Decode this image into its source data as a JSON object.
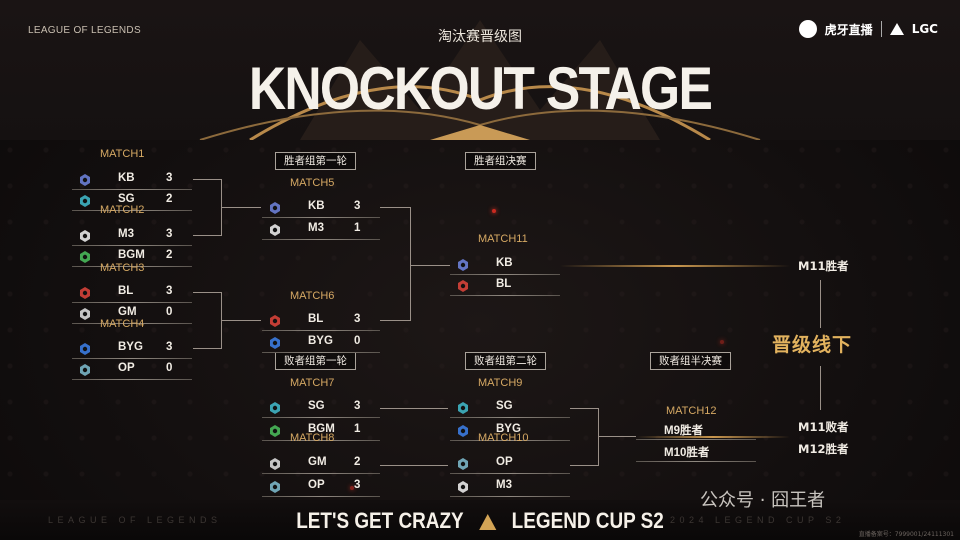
{
  "header": {
    "league": "LEAGUE OF LEGENDS",
    "subtitle": "淘汰赛晋级图",
    "title": "KNOCKOUT STAGE",
    "brand_huya": "虎牙直播",
    "brand_lgc": "LGC"
  },
  "stages": {
    "wb_r1": "胜者组第一轮",
    "wb_final": "胜者组决赛",
    "lb_r1": "败者组第一轮",
    "lb_r2": "败者组第二轮",
    "lb_semi": "败者组半决赛"
  },
  "matches": {
    "m1": {
      "label": "MATCH1",
      "t1": {
        "name": "KB",
        "score": "3",
        "icon": "kb-logo-icon"
      },
      "t2": {
        "name": "SG",
        "score": "2",
        "icon": "sg-logo-icon"
      }
    },
    "m2": {
      "label": "MATCH2",
      "t1": {
        "name": "M3",
        "score": "3",
        "icon": "m3-logo-icon"
      },
      "t2": {
        "name": "BGM",
        "score": "2",
        "icon": "bgm-logo-icon"
      }
    },
    "m3": {
      "label": "MATCH3",
      "t1": {
        "name": "BL",
        "score": "3",
        "icon": "bl-logo-icon"
      },
      "t2": {
        "name": "GM",
        "score": "0",
        "icon": "gm-logo-icon"
      }
    },
    "m4": {
      "label": "MATCH4",
      "t1": {
        "name": "BYG",
        "score": "3",
        "icon": "byg-logo-icon"
      },
      "t2": {
        "name": "OP",
        "score": "0",
        "icon": "op-logo-icon"
      }
    },
    "m5": {
      "label": "MATCH5",
      "t1": {
        "name": "KB",
        "score": "3"
      },
      "t2": {
        "name": "M3",
        "score": "1"
      }
    },
    "m6": {
      "label": "MATCH6",
      "t1": {
        "name": "BL",
        "score": "3"
      },
      "t2": {
        "name": "BYG",
        "score": "0"
      }
    },
    "m7": {
      "label": "MATCH7",
      "t1": {
        "name": "SG",
        "score": "3"
      },
      "t2": {
        "name": "BGM",
        "score": "1"
      }
    },
    "m8": {
      "label": "MATCH8",
      "t1": {
        "name": "GM",
        "score": "2"
      },
      "t2": {
        "name": "OP",
        "score": "3"
      }
    },
    "m9": {
      "label": "MATCH9",
      "t1": {
        "name": "SG",
        "score": ""
      },
      "t2": {
        "name": "BYG",
        "score": ""
      }
    },
    "m10": {
      "label": "MATCH10",
      "t1": {
        "name": "OP",
        "score": ""
      },
      "t2": {
        "name": "M3",
        "score": ""
      }
    },
    "m11": {
      "label": "MATCH11",
      "t1": {
        "name": "KB",
        "score": ""
      },
      "t2": {
        "name": "BL",
        "score": ""
      }
    },
    "m12": {
      "label": "MATCH12",
      "t1": {
        "name": "M9胜者"
      },
      "t2": {
        "name": "M10胜者"
      }
    }
  },
  "advance": {
    "m11_winner": "M11胜者",
    "m11_loser": "M11败者",
    "m12_winner": "M12胜者",
    "cutline": "晋级线下"
  },
  "footer": {
    "left": "LEAGUE OF LEGENDS",
    "center_a": "LET'S GET CRAZY",
    "center_b": "LEGEND CUP S2",
    "right": "2024 LEGEND CUP S2",
    "watermark": "公众号 · 囧王者",
    "icp": "直播备案号：7999001/24111301"
  },
  "colors": {
    "accent_gold": "#c9974e",
    "kb": "#6b7fd6",
    "sg": "#3fb4c4",
    "m3": "#e8e8e8",
    "bgm": "#49b85a",
    "bl": "#d6433a",
    "gm": "#d8d8d8",
    "byg": "#3b7be0",
    "op": "#7ab6c8"
  }
}
